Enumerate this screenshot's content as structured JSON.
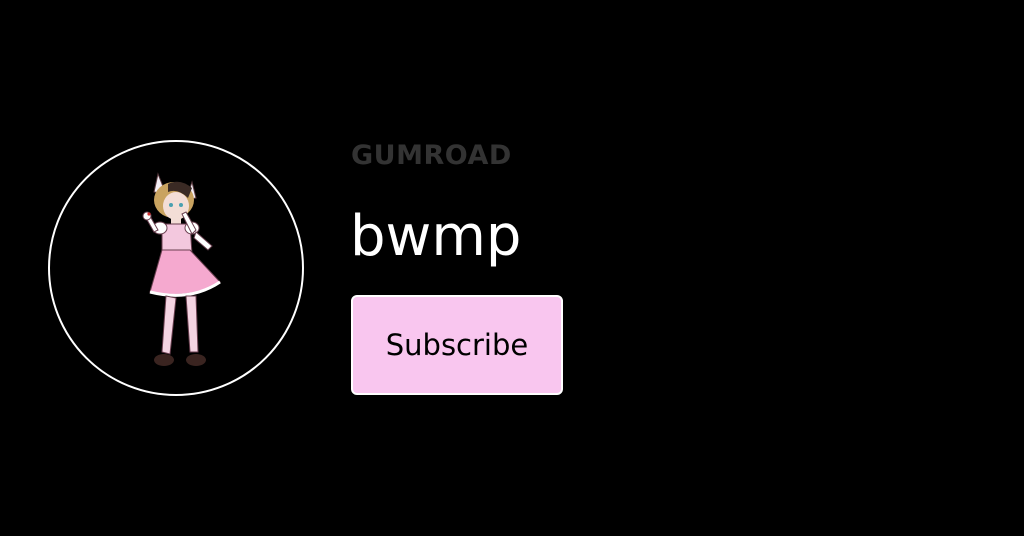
{
  "brand": {
    "name": "Gumroad",
    "logo_text": "GUMROAD",
    "color": "#333333"
  },
  "profile": {
    "name": "bwmp",
    "avatar_alt": "Illustrated character in pink dress with cat ears",
    "avatar_border_color": "#ffffff"
  },
  "actions": {
    "subscribe_label": "Subscribe",
    "subscribe_bg": "#f9c6ef"
  },
  "colors": {
    "background": "#000000",
    "text": "#ffffff"
  }
}
